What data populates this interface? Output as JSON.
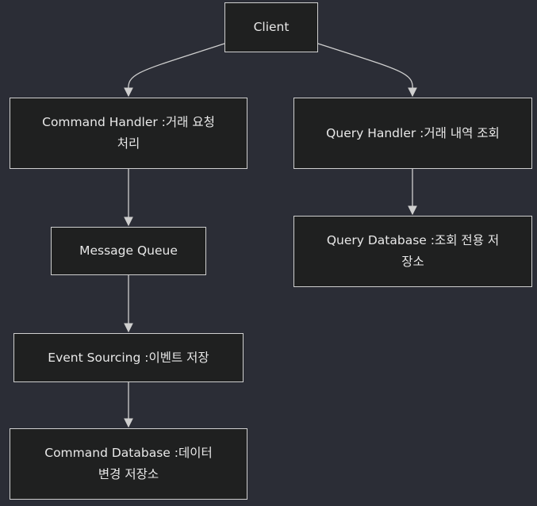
{
  "colors": {
    "background": "#2b2d36",
    "node_fill": "#1f2020",
    "node_border": "#cfcfcf",
    "text": "#e8e8e8",
    "edge": "#cfcfcf"
  },
  "nodes": {
    "client": "Client",
    "command_handler": "Command Handler :거래 요청 처리",
    "query_handler": "Query Handler :거래 내역 조회",
    "message_queue": "Message Queue",
    "query_database": "Query Database :조회 전용 저장소",
    "event_sourcing": "Event Sourcing :이벤트 저장",
    "command_database": "Command Database :데이터 변경 저장소"
  },
  "edges": [
    {
      "from": "client",
      "to": "command_handler"
    },
    {
      "from": "client",
      "to": "query_handler"
    },
    {
      "from": "command_handler",
      "to": "message_queue"
    },
    {
      "from": "query_handler",
      "to": "query_database"
    },
    {
      "from": "message_queue",
      "to": "event_sourcing"
    },
    {
      "from": "event_sourcing",
      "to": "command_database"
    }
  ]
}
